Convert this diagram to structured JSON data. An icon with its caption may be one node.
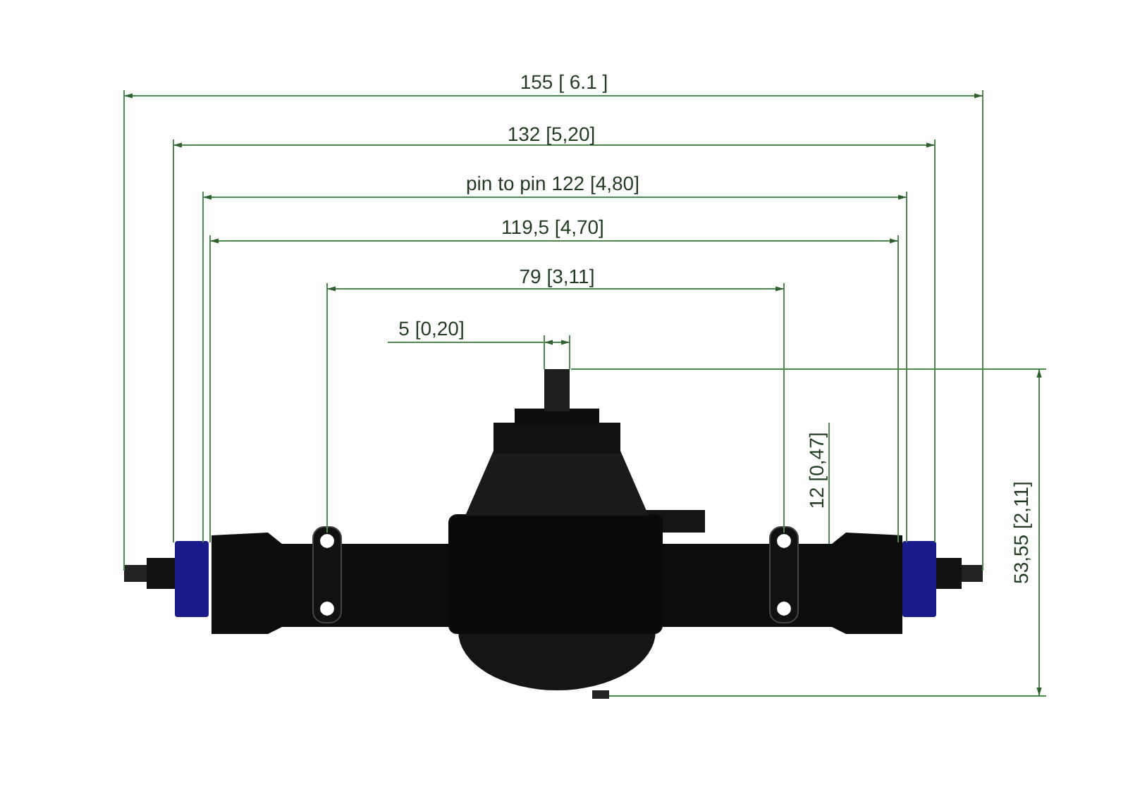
{
  "diagram": {
    "labels": [
      "155 [ 6.1 ]",
      "132 [5,20]",
      "pin to pin 122 [4,80]",
      "119,5 [4,70]",
      "79 [3,11]",
      "5 [0,20]",
      "12 [0,47]",
      "53,55 [2,11]"
    ]
  }
}
